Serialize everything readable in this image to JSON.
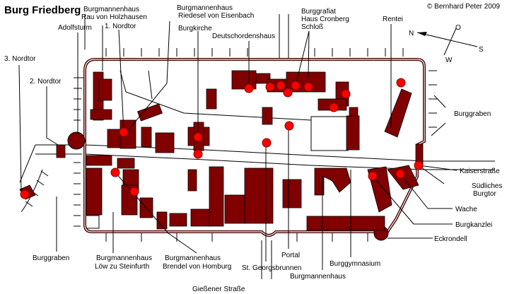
{
  "title": "Burg Friedberg",
  "copyright": "© Bernhard Peter 2009",
  "compass": {
    "n": "N",
    "o": "O",
    "s": "S",
    "w": "W"
  },
  "labels": {
    "nordtor3": "3. Nordtor",
    "nordtor2": "2. Nordtor",
    "adolfsturm": "Adolfsturm",
    "nordtor1": "1. Nordtor",
    "holzhausen_1": "Burgmannenhaus",
    "holzhausen_2": "Rau von Holzhausen",
    "eisenbach_1": "Burgmannenhaus",
    "eisenbach_2": "Riedesel von Eisenbach",
    "burgkirche": "Burgkirche",
    "deutschordenshaus": "Deutschordenshaus",
    "burggrafiat_1": "Burggrafiat",
    "burggrafiat_2": "Haus Cronberg",
    "burggrafiat_3": "Schloß",
    "rentei": "Rentei",
    "burggraben_east": "Burggraben",
    "kaiserstrasse": "Kaiserstraße",
    "burgtor_1": "Südliches",
    "burgtor_2": "Burgtor",
    "wache": "Wache",
    "burgkanzlei": "Burgkanzlei",
    "eckrondell": "Eckrondell",
    "burggraben_west": "Burggraben",
    "steinfurth_1": "Burgmannenhaus",
    "steinfurth_2": "Löw zu Steinfurth",
    "homburg_1": "Burgmannenhaus",
    "homburg_2": "Brendel von Homburg",
    "portal": "Portal",
    "georgsbrunnen": "St. Georgsbrunnen",
    "burggymnasium": "Burggymnasium",
    "burgmannenhaus": "Burgmannenhaus",
    "giessener": "Gießener Straße"
  },
  "colors": {
    "building": "#800000",
    "marker": "#ff0000",
    "wall": "#4a0000"
  }
}
